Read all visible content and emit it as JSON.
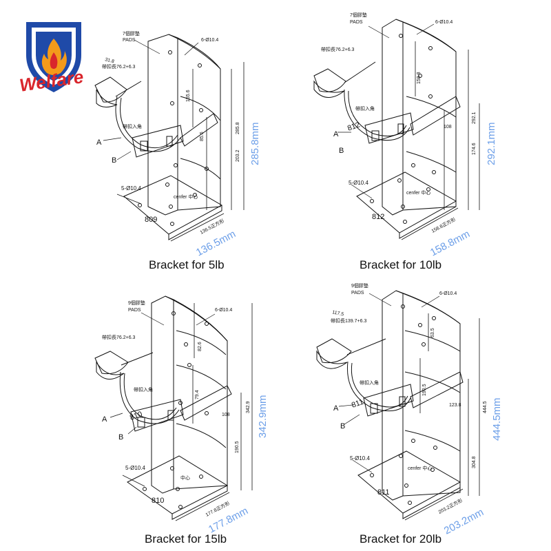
{
  "logo": {
    "text": "Welfare",
    "brand_red": "#d9262c",
    "brand_blue": "#1f4aa8",
    "flame": "#f39a1b"
  },
  "accent_dimension_color": "#6b9ee8",
  "panels": [
    {
      "caption": "Bracket for 5lb",
      "pads_cn": "7個膠墊",
      "pads_en": "PADS",
      "holes_top": "6-Ø10.4",
      "holes_bottom": "5-Ø10.4",
      "strap_note": "帶扣長76.2+6.3",
      "arm_len": "31.8",
      "dim_a": "155.6",
      "dim_b": "203.2",
      "dim_c": "285.8",
      "dim_strap": "85.6",
      "base_dim": "136.5正方形",
      "model": "809",
      "center": "cenfer 中心",
      "label_a": "A",
      "label_b": "B",
      "strap_in": "帶扣入角",
      "height_mm": "285.8mm",
      "width_mm": "136.5mm"
    },
    {
      "caption": "Bracket for 10lb",
      "pads_cn": "7個膠墊",
      "pads_en": "PADS",
      "holes_top": "6-Ø10.4",
      "holes_bottom": "5-Ø10.4",
      "strap_note": "帶扣長76.2+6.3",
      "arm_len": "",
      "dim_a": "158.8",
      "dim_b": "174.6",
      "dim_c": "292.1",
      "dim_strap": "108",
      "base_dim": "158.8正方形",
      "model": "812",
      "center": "cenfer 中心",
      "label_a": "A",
      "label_b": "B",
      "strap_in": "帶扣入角",
      "height_mm": "292.1mm",
      "width_mm": "158.8mm"
    },
    {
      "caption": "Bracket for 15lb",
      "pads_cn": "9個膠墊",
      "pads_en": "PADS",
      "holes_top": "6-Ø10.4",
      "holes_bottom": "5-Ø10.4",
      "strap_note": "帶扣長76.2+6.3",
      "arm_len": "",
      "dim_a": "82.6",
      "dim_a2": "79.4",
      "dim_b": "190.5",
      "dim_c": "342.9",
      "dim_strap": "108",
      "base_dim": "177.8正方形",
      "model": "810",
      "center": "中心",
      "label_a": "A",
      "label_b": "B",
      "strap_in": "帶扣入角",
      "height_mm": "342.9mm",
      "width_mm": "177.8mm"
    },
    {
      "caption": "Bracket for 20lb",
      "pads_cn": "9個膠墊",
      "pads_en": "PADS",
      "holes_top": "6-Ø10.4",
      "holes_bottom": "5-Ø10.4",
      "strap_note": "帶扣長139.7+6.3",
      "arm_len": "117.5",
      "dim_a": "63.5",
      "dim_a2": "190.5",
      "dim_b": "304.8",
      "dim_c": "444.5",
      "dim_strap": "123.8",
      "base_dim": "203.2正方形",
      "model": "811",
      "center": "cenfer 中心",
      "label_a": "A",
      "label_b": "B",
      "strap_in": "帶扣入角",
      "height_mm": "444.5mm",
      "width_mm": "203.2mm"
    }
  ]
}
